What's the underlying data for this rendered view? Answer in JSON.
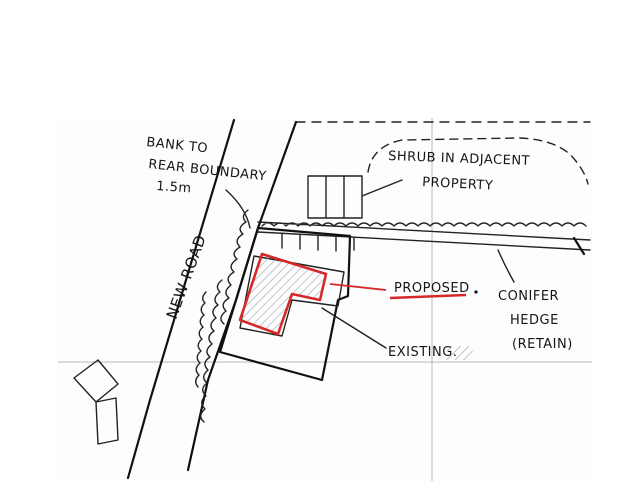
{
  "annotations": {
    "bank_line1": "BANK TO",
    "bank_line2": "REAR BOUNDARY",
    "bank_line3": "1.5m",
    "shrub_line1": "SHRUB IN ADJACENT",
    "shrub_line2": "PROPERTY",
    "road": "NEW ROAD",
    "proposed": "PROPOSED",
    "conifer_line1": "CONIFER",
    "conifer_line2": "HEDGE",
    "conifer_line3": "(RETAIN)",
    "existing": "EXISTING."
  },
  "colors": {
    "ink": "#111111",
    "proposed_red": "#d62828",
    "grid": "#b9b9b9",
    "hatch": "#9aa3b0"
  }
}
